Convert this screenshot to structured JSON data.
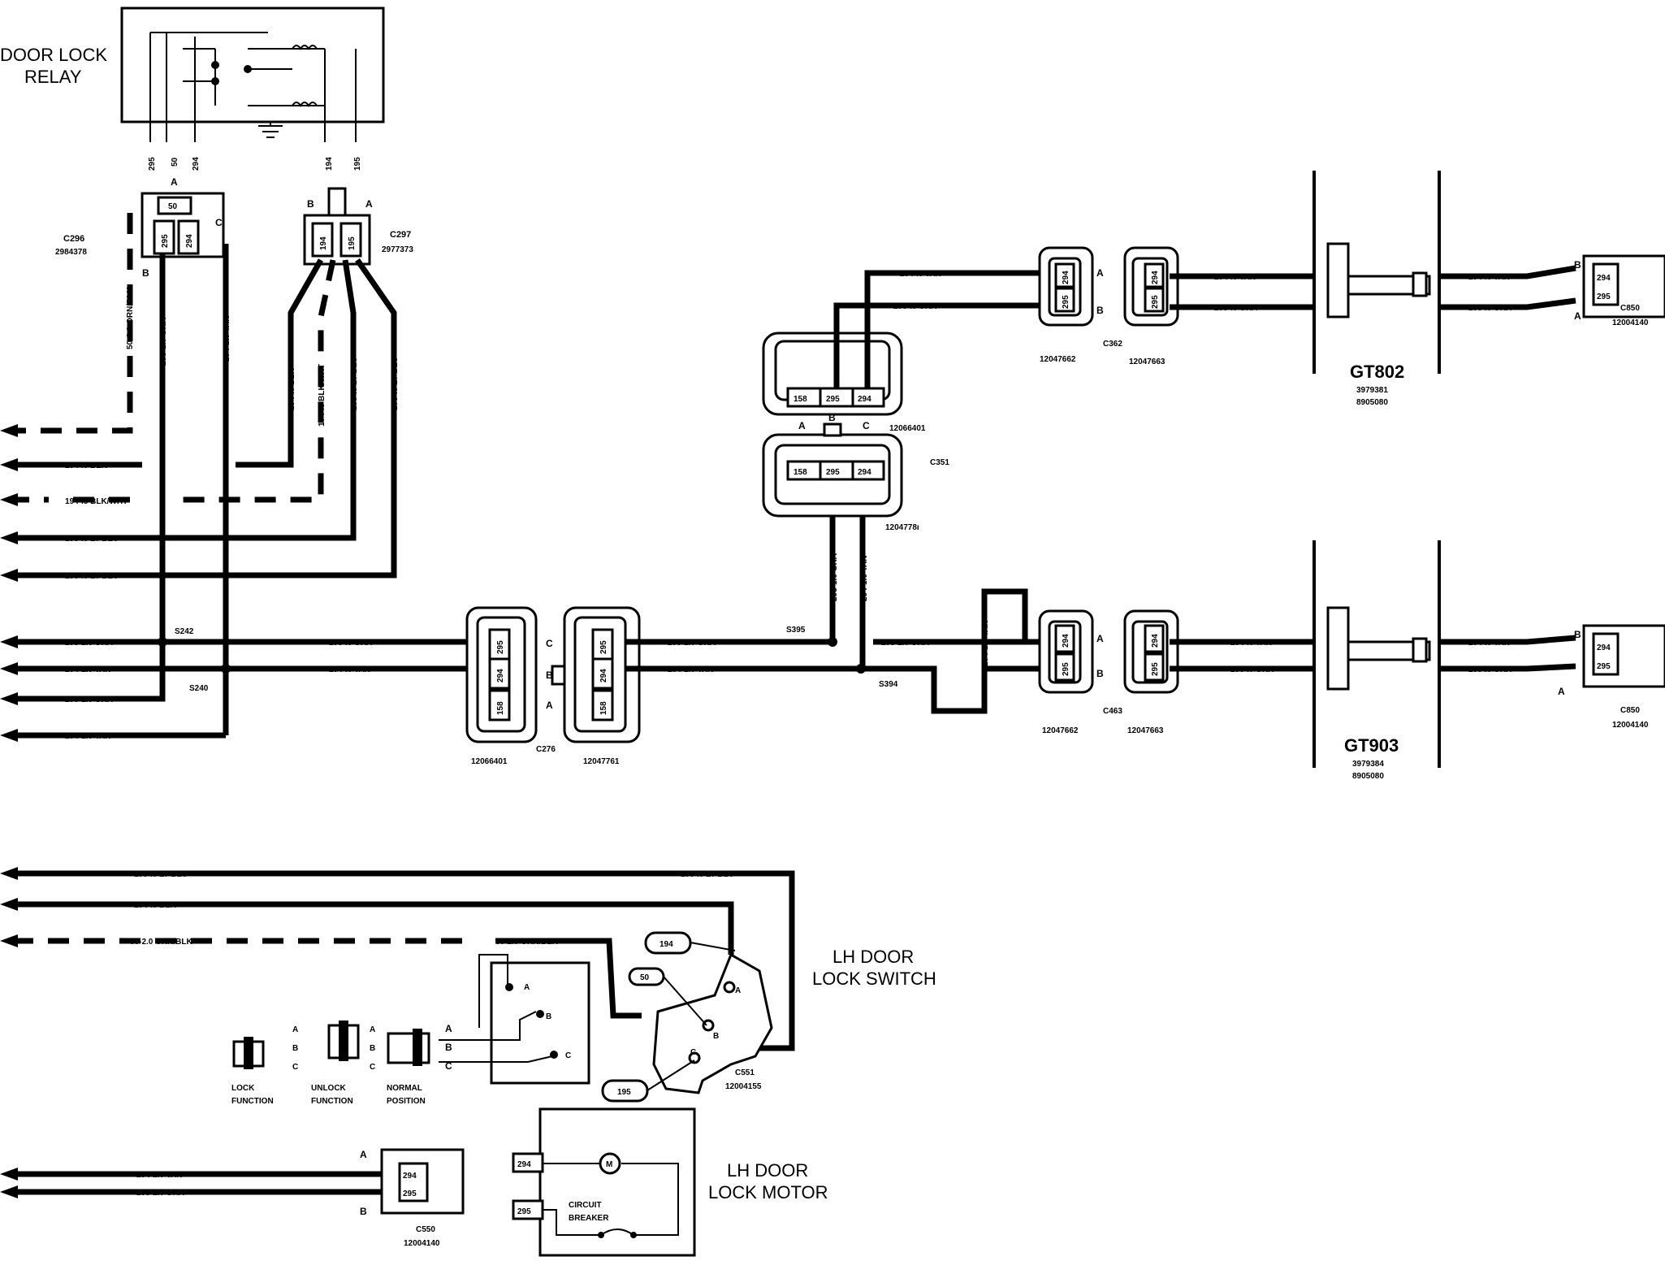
{
  "components": {
    "relay": "DOOR LOCK\nRELAY",
    "lh_switch": "LH DOOR\nLOCK SWITCH",
    "lh_motor": "LH DOOR\nLOCK MOTOR",
    "gt802": "GT802",
    "gt802_n1": "3979381",
    "gt802_n2": "8905080",
    "gt903": "GT903",
    "gt903_n1": "3979384",
    "gt903_n2": "8905080",
    "circuit_breaker": "CIRCUIT\nBREAKER"
  },
  "relay_pins": [
    "295",
    "50",
    "294",
    "194",
    "195"
  ],
  "connectors": {
    "c296": "C296",
    "c296_pn": "2984378",
    "c297": "C297",
    "c297_pn": "2977373",
    "c351": "C351",
    "c351_pn": "1204778ı",
    "top_conn_pn": "12066401",
    "c362": "C362",
    "c362_pn_a": "12047662",
    "c362_pn_b": "12047663",
    "c850": "C850",
    "c850_pn": "12004140",
    "c276": "C276",
    "c276_pn_a": "12066401",
    "c276_pn_b": "12047761",
    "c463": "C463",
    "c463_pn_a": "12047662",
    "c463_pn_b": "12047663",
    "c550": "C550",
    "c550_pn": "12004140",
    "c551": "C551",
    "c551_pn": "12004155",
    "s242": "S242",
    "s240": "S240",
    "s395": "S395",
    "s394": "S394"
  },
  "wire_labels": {
    "w50_orn": "50-2.0 ORN/BLK",
    "w295_gra_v": "295-1.0 GRA",
    "w294_tan_v": "294-1.0 TAN",
    "w194_blk_v": "194-.8 BLK",
    "w194_blkwht_v": "194-.8 BLK/WHT",
    "w195_ltblu_v1": "195-.8 LT BLU",
    "w195_ltblu_v2": "195-.8 LT BLU",
    "h194_blk": "194-.8 BLK",
    "h194_blkwht": "194-.8 BLK/WHT",
    "h195_ltblu_1": "195-.8 LT BLU",
    "h195_ltblu_2": "195-.8 LT BLU",
    "h295_gra_out": "295-1.0 GRA",
    "h294_tan_out": "294-1.0 TAN",
    "h295_gra_out2": "295-1.0 GRA",
    "h294_tan_out2": "294-1.0 TAN",
    "h295_8_gra": "295-.8 GRA",
    "h294_8_tan": "294-.8 TAN",
    "h295_10_gra_r": "295-1.0 GRA",
    "h294_10_tan_r": "294-1.0 TAN",
    "v295_gra_c351": "295-1.0 GRA",
    "v294_tan_c351": "294-1.0 TAN",
    "h295_gra_s395": "295-1.0 GRA",
    "v294_tan_loop": "294-1.0 TAN",
    "top_294": "294-.8 TAN",
    "top_295": "295-.8 GRA",
    "top_294_r": "294-.8 TAN",
    "top_295_r": "295-.8 GRA",
    "top_294_far": "294-.8 TAN",
    "top_295_far": "295-.8 GRA",
    "bot_294_r": "294-.8 TAN",
    "bot_295_r": "295-.8 GRA",
    "bot_294_far": "294-.8 TAN",
    "bot_295_far": "295-.8 GRA",
    "sw_195": "195-.8 LT BLU",
    "sw_195_r": "195-.8 LT BLU",
    "sw_194": "194-.8 BLK",
    "sw_50": "50-2.0 ORN/BLK",
    "sw_50_r": "50-2.0 ORN/BLK",
    "mot_294": "294-1.0 TAN",
    "mot_295": "295-1.0 GRA"
  },
  "switch_positions": {
    "lock": "LOCK\nFUNCTION",
    "unlock": "UNLOCK\nFUNCTION",
    "normal": "NORMAL\nPOSITION"
  },
  "pin_letters": [
    "A",
    "B",
    "C"
  ],
  "cavity_numbers": [
    "50",
    "295",
    "294",
    "194",
    "195",
    "158"
  ]
}
